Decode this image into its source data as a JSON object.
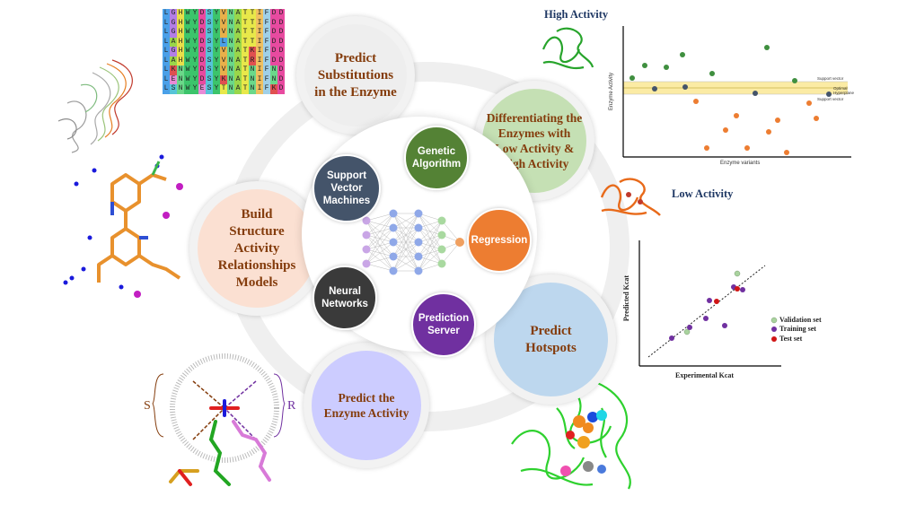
{
  "sequence_rows": [
    "LGHWYDSYVNATTIFDD",
    "LGHWYDSYVNATTIFDD",
    "LGHWYDSYVNATTIFDD",
    "LAHWYDSYLNATTIFDD",
    "LGHWYDSYVNATKIFDD",
    "LAHWYDSYVNATRIFDD",
    "LKNWYDSYVNATNIFND",
    "LENWYDSYKNATNIFND",
    "LSNWYESYTNATNIFKD"
  ],
  "core_circles": {
    "predict_substitutions": "Predict Substitutions in the Enzyme",
    "differentiating": "Differentiating the Enzymes with Low Activity & High Activity",
    "build_models": "Build Structure Activity Relationships Models",
    "predict_hotspots": "Predict Hotspots",
    "predict_activity": "Predict the Enzyme Activity"
  },
  "method_circles": {
    "svm": "Support Vector Machines",
    "genetic": "Genetic Algorithm",
    "regression": "Regression",
    "neural": "Neural Networks",
    "server": "Prediction Server"
  },
  "activity_labels": {
    "high": "High Activity",
    "low": "Low Activity"
  },
  "scatter_svm": {
    "xlabel": "Enzyme variants",
    "ylabel": "Enzyme Activity",
    "line_top": "Support vector",
    "line_mid": "Optimal Hyperplane",
    "line_bottom": "Support vector"
  },
  "scatter_kcat": {
    "xlabel": "Experimental Kcat",
    "ylabel": "Predicted Kcat",
    "legend": [
      "Validation set",
      "Training set",
      "Test set"
    ]
  },
  "chirality": {
    "left": "S",
    "right": "R"
  },
  "colors": {
    "green": "#548235",
    "orange": "#ed7d31",
    "blue_grey": "#44546a",
    "purple": "#7030a0",
    "dark": "#3a3a3a",
    "brown": "#843c0c"
  }
}
